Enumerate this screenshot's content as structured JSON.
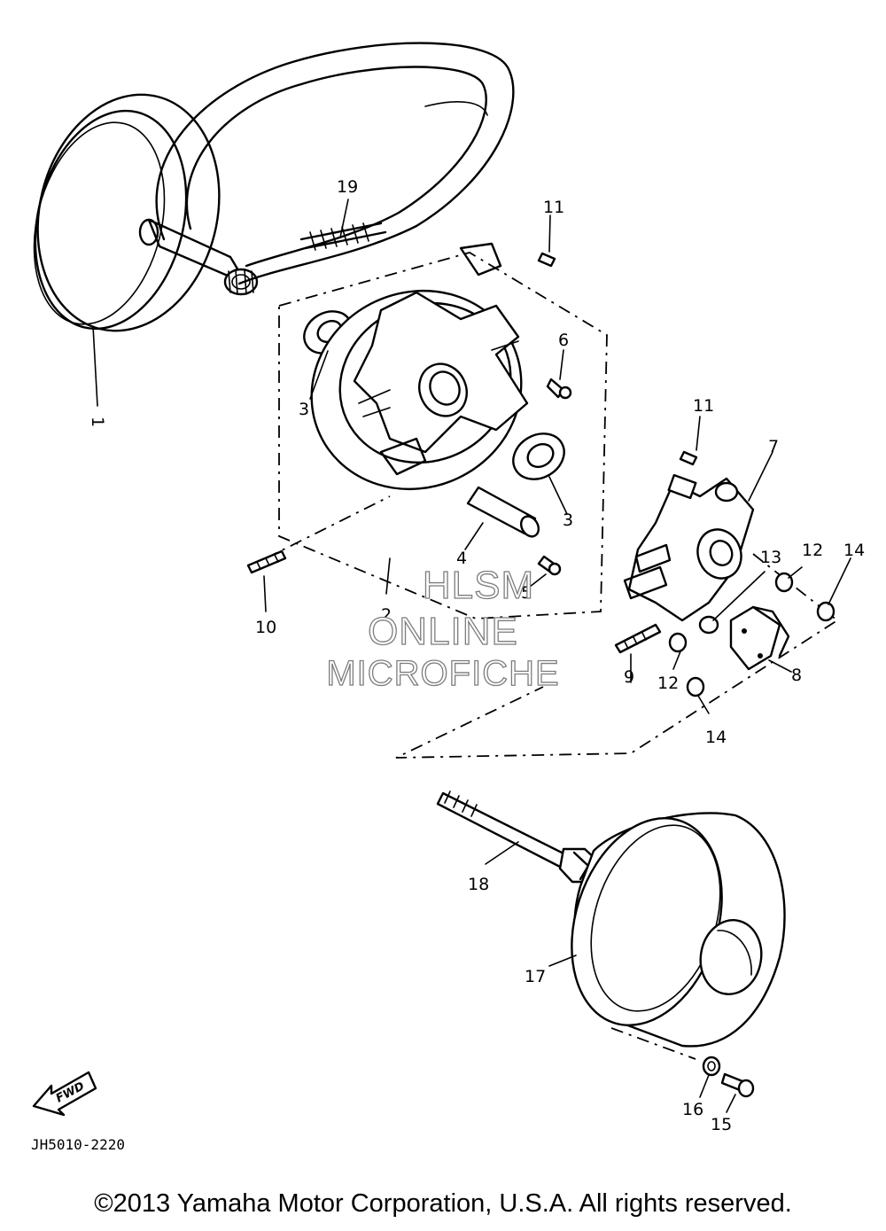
{
  "callouts": [
    {
      "label": "1"
    },
    {
      "label": "2"
    },
    {
      "label": "3"
    },
    {
      "label": "3"
    },
    {
      "label": "4"
    },
    {
      "label": "5"
    },
    {
      "label": "6"
    },
    {
      "label": "7"
    },
    {
      "label": "8"
    },
    {
      "label": "9"
    },
    {
      "label": "10"
    },
    {
      "label": "11"
    },
    {
      "label": "11"
    },
    {
      "label": "12"
    },
    {
      "label": "12"
    },
    {
      "label": "13"
    },
    {
      "label": "14"
    },
    {
      "label": "14"
    },
    {
      "label": "15"
    },
    {
      "label": "16"
    },
    {
      "label": "17"
    },
    {
      "label": "18"
    },
    {
      "label": "19"
    }
  ],
  "fwd_label": "FWD",
  "watermark": {
    "line1": "HLSM",
    "line2": "ONLINE",
    "line3": "MICROFICHE"
  },
  "diagram_code": "JH5010-2220",
  "copyright": "©2013 Yamaha Motor Corporation, U.S.A. All rights reserved."
}
